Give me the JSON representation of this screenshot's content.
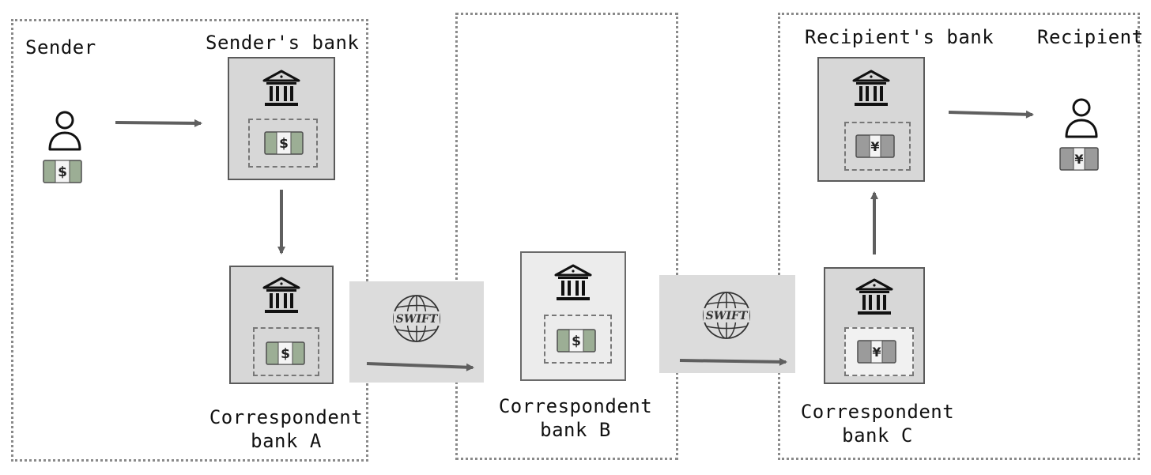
{
  "labels": {
    "sender": "Sender",
    "senders_bank": "Sender's bank",
    "recipients_bank": "Recipient's bank",
    "recipient": "Recipient",
    "corr_a_line1": "Correspondent",
    "corr_a_line2": "bank A",
    "corr_b_line1": "Correspondent",
    "corr_b_line2": "bank B",
    "corr_c_line1": "Correspondent",
    "corr_c_line2": "bank C"
  },
  "swift_text": "SWIFT",
  "currency": {
    "usd": "$",
    "cny": "¥"
  },
  "colors": {
    "card": "#e2e2e2",
    "border": "#5a5a5a",
    "arrow": "#5f5f5f",
    "bill_green": "#9cae95"
  },
  "icons": [
    "person-icon",
    "bank-icon",
    "money-bill-icon",
    "swift-globe-icon",
    "arrow-icon"
  ]
}
